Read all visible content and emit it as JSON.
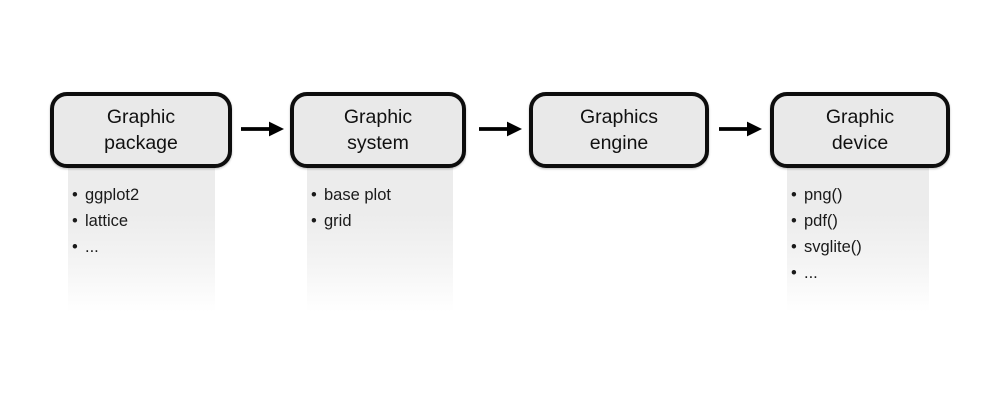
{
  "diagram": {
    "bullet_char": "•",
    "colors": {
      "box_fill": "#e9e9e9",
      "box_border": "#0d0d0d",
      "panel_top": "#ececec",
      "arrow": "#000000",
      "text": "#111111"
    },
    "stages": [
      {
        "title_line1": "Graphic",
        "title_line2": "package",
        "items": [
          "ggplot2",
          "lattice",
          "..."
        ]
      },
      {
        "title_line1": "Graphic",
        "title_line2": "system",
        "items": [
          "base plot",
          "grid"
        ]
      },
      {
        "title_line1": "Graphics",
        "title_line2": "engine",
        "items": []
      },
      {
        "title_line1": "Graphic",
        "title_line2": "device",
        "items": [
          "png()",
          "pdf()",
          "svglite()",
          "..."
        ]
      }
    ]
  }
}
